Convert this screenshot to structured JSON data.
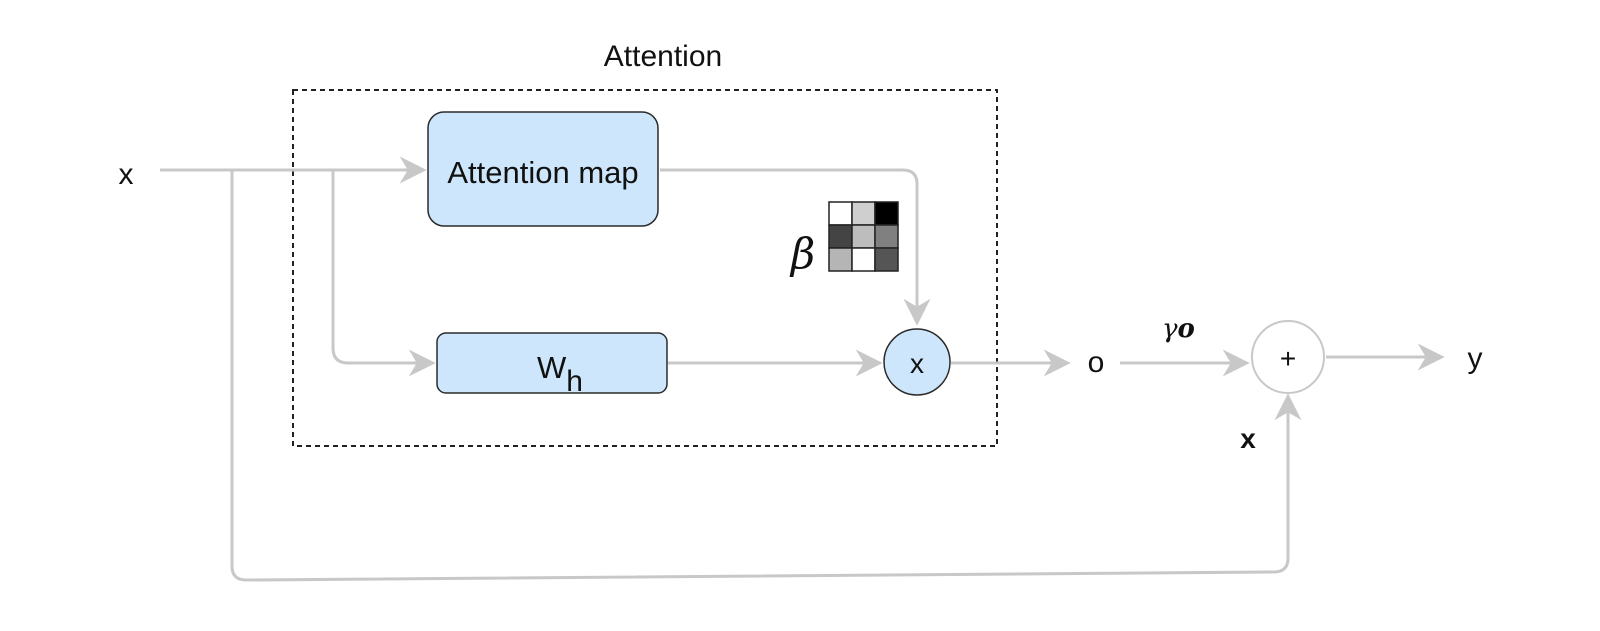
{
  "diagram": {
    "title": "Attention",
    "input_label": "x",
    "attention_map_label": "Attention map",
    "wh_label": "W",
    "wh_subscript": "h",
    "multiply_label": "x",
    "beta_label": "β",
    "o_label": "o",
    "gamma_label": "γ",
    "gamma_o_label": "o",
    "plus_label": "+",
    "skip_label": "x",
    "output_label": "y",
    "beta_matrix": [
      [
        "#ffffff",
        "#cfcfcf",
        "#000000"
      ],
      [
        "#444444",
        "#bdbdbd",
        "#808080"
      ],
      [
        "#b5b5b5",
        "#ffffff",
        "#555555"
      ]
    ],
    "colors": {
      "box_fill": "#cde6fb",
      "box_stroke": "#2b2b2b",
      "arrow": "#c8c8c8",
      "dashed_border": "#222222",
      "plus_stroke": "#c8c8c8"
    }
  }
}
